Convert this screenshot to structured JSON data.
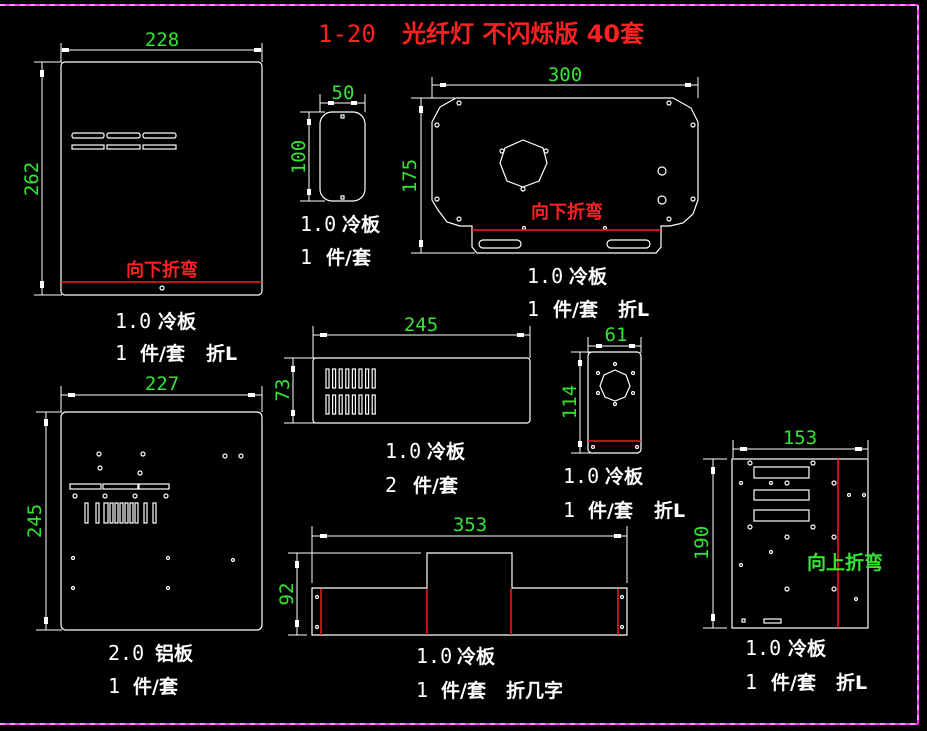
{
  "title": {
    "scale": "1-20",
    "text": "光纤灯 不闪烁版 40套"
  },
  "colors": {
    "background": "#000000",
    "outline": "#ffffff",
    "dimension": "#33e633",
    "bend_line": "#ff1a1a",
    "frame": "#ff33ff"
  },
  "parts": [
    {
      "id": "part-1",
      "width_dim": "228",
      "height_dim": "262",
      "note": "向下折弯",
      "thickness": "1.0",
      "material": "冷板",
      "qty": "1",
      "unit": "件/套",
      "process": "折L"
    },
    {
      "id": "part-2",
      "width_dim": "50",
      "height_dim": "100",
      "note": "",
      "thickness": "1.0",
      "material": "冷板",
      "qty": "1",
      "unit": "件/套",
      "process": ""
    },
    {
      "id": "part-3",
      "width_dim": "300",
      "height_dim": "175",
      "note": "向下折弯",
      "thickness": "1.0",
      "material": "冷板",
      "qty": "1",
      "unit": "件/套",
      "process": "折L"
    },
    {
      "id": "part-4",
      "width_dim": "245",
      "height_dim": "73",
      "note": "",
      "thickness": "1.0",
      "material": "冷板",
      "qty": "2",
      "unit": "件/套",
      "process": ""
    },
    {
      "id": "part-5",
      "width_dim": "61",
      "height_dim": "114",
      "note": "",
      "thickness": "1.0",
      "material": "冷板",
      "qty": "1",
      "unit": "件/套",
      "process": "折L"
    },
    {
      "id": "part-6",
      "width_dim": "227",
      "height_dim": "245",
      "note": "",
      "thickness": "2.0",
      "material": "铝板",
      "qty": "1",
      "unit": "件/套",
      "process": ""
    },
    {
      "id": "part-7",
      "width_dim": "353",
      "height_dim": "92",
      "note": "",
      "thickness": "1.0",
      "material": "冷板",
      "qty": "1",
      "unit": "件/套",
      "process": "折几字"
    },
    {
      "id": "part-8",
      "width_dim": "153",
      "height_dim": "190",
      "note": "向上折弯",
      "thickness": "1.0",
      "material": "冷板",
      "qty": "1",
      "unit": "件/套",
      "process": "折L"
    }
  ]
}
